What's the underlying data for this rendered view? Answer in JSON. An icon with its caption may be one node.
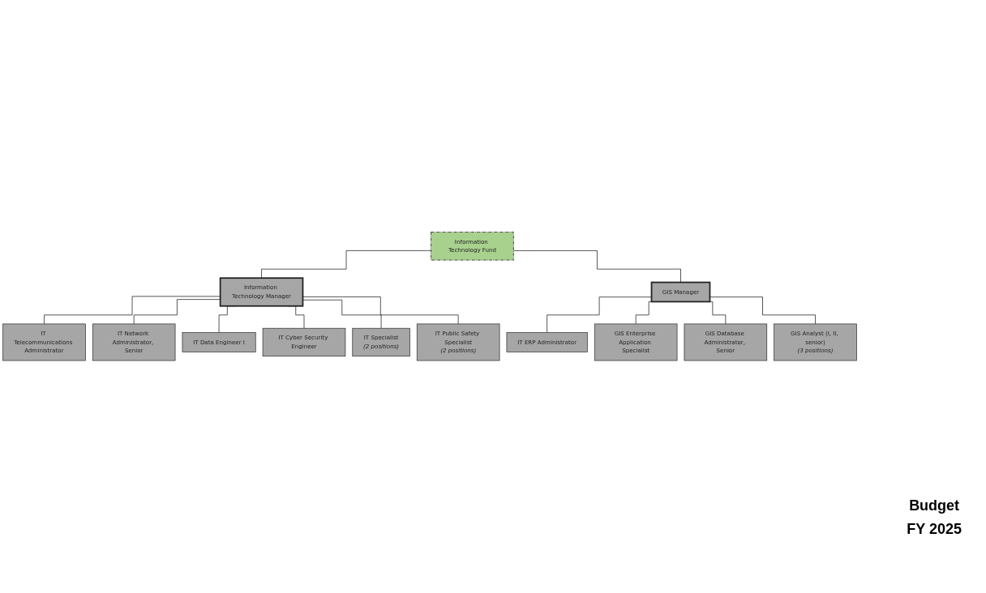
{
  "diagram": {
    "nodes": [
      {
        "text": [
          "Information Technology Fund"
        ]
      },
      {
        "text": [
          "Information Technology Manager"
        ]
      },
      {
        "text": [
          "GIS Manager"
        ]
      },
      {
        "text": [
          "IT Telecommunications Administrator"
        ]
      },
      {
        "text": [
          "IT Network Administrator, Senior"
        ]
      },
      {
        "text": [
          "IT Data Engineer I"
        ]
      },
      {
        "text": [
          "IT Cyber Security Engineer"
        ]
      },
      {
        "text": [
          "IT Specialist",
          "(2 positions)"
        ]
      },
      {
        "text": [
          "IT Public Safety Specialist",
          "(2 positions)"
        ]
      },
      {
        "text": [
          "IT ERP Administrator"
        ]
      },
      {
        "text": [
          "GIS Enterprise Application Specialist"
        ]
      },
      {
        "text": [
          "GIS Database Administrator, Senior"
        ]
      },
      {
        "text": [
          "GIS Analyst (I, II, senior)",
          "(3 positions)"
        ]
      }
    ],
    "edges": [
      {
        "from": 0,
        "to": 1,
        "arrow": "none"
      },
      {
        "from": 0,
        "to": 2,
        "arrow": "none"
      },
      {
        "from": 1,
        "to": 3,
        "arrow": "none"
      },
      {
        "from": 1,
        "to": 4,
        "arrow": "none"
      },
      {
        "from": 1,
        "to": 5,
        "arrow": "none"
      },
      {
        "from": 1,
        "to": 6,
        "arrow": "none"
      },
      {
        "from": 1,
        "to": 7,
        "arrow": "none"
      },
      {
        "from": 1,
        "to": 8,
        "arrow": "none"
      },
      {
        "from": 2,
        "to": 9,
        "arrow": "none"
      },
      {
        "from": 2,
        "to": 10,
        "arrow": "none"
      },
      {
        "from": 2,
        "to": 11,
        "arrow": "none"
      },
      {
        "from": 2,
        "to": 12,
        "arrow": "none"
      }
    ],
    "labels": [
      "Budget",
      "FY 2025"
    ]
  }
}
